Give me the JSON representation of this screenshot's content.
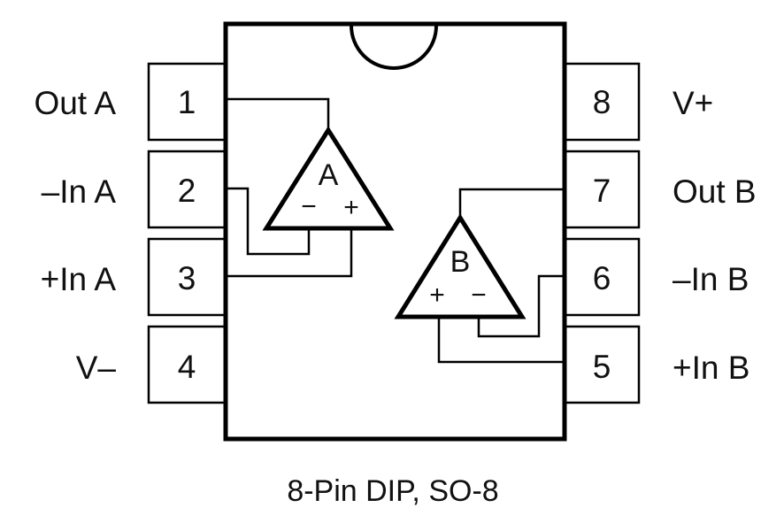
{
  "caption": "8-Pin DIP, SO-8",
  "pins": [
    {
      "number": "1",
      "name": "Out A"
    },
    {
      "number": "2",
      "name": "–In A"
    },
    {
      "number": "3",
      "name": "+In A"
    },
    {
      "number": "4",
      "name": "V–"
    },
    {
      "number": "5",
      "name": "+In B"
    },
    {
      "number": "6",
      "name": "–In B"
    },
    {
      "number": "7",
      "name": "Out B"
    },
    {
      "number": "8",
      "name": "V+"
    }
  ],
  "amplifiers": [
    {
      "label": "A",
      "inverting": "−",
      "noninverting": "+"
    },
    {
      "label": "B",
      "inverting": "−",
      "noninverting": "+"
    }
  ]
}
